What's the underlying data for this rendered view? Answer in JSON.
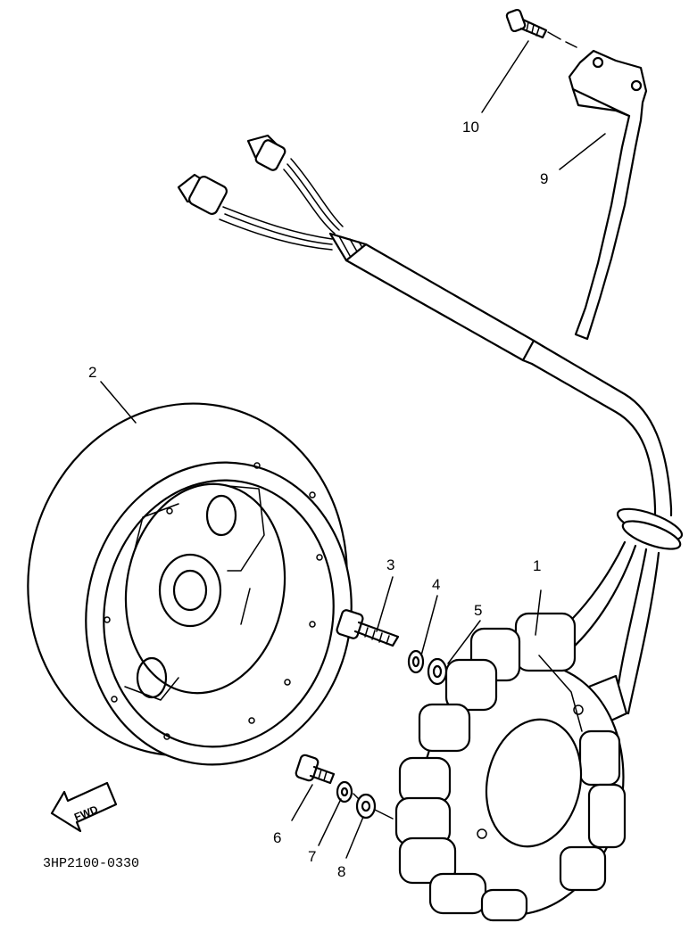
{
  "diagram": {
    "callouts": [
      "1",
      "2",
      "3",
      "4",
      "5",
      "6",
      "7",
      "8",
      "9",
      "10"
    ],
    "direction_arrow": "FWD",
    "part_code": "3HP2100-0330"
  }
}
